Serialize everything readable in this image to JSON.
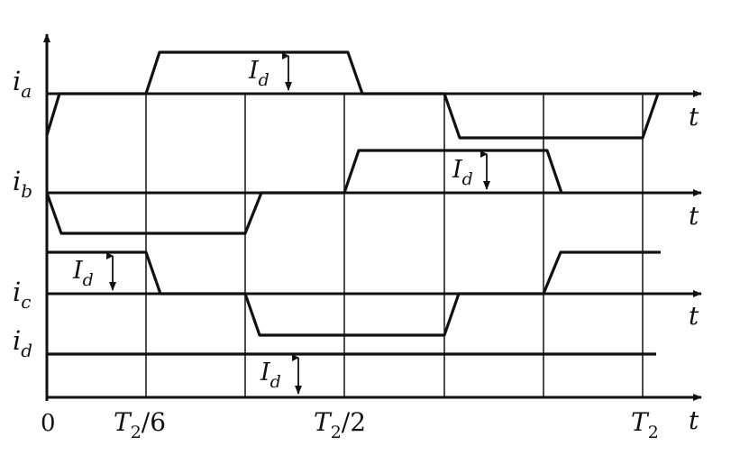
{
  "signal_labels": {
    "a": {
      "main": "i",
      "sub": "a"
    },
    "b": {
      "main": "i",
      "sub": "b"
    },
    "c": {
      "main": "i",
      "sub": "c"
    },
    "d": {
      "main": "i",
      "sub": "d"
    }
  },
  "axis_label": "t",
  "amplitude_label": {
    "main": "I",
    "sub": "d"
  },
  "ticks": {
    "zero": "0",
    "t6": {
      "main": "T",
      "sub": "2",
      "tail": "/6"
    },
    "t2": {
      "main": "T",
      "sub": "2",
      "tail": "/2"
    },
    "tfull": {
      "main": "T",
      "sub": "2"
    }
  }
}
